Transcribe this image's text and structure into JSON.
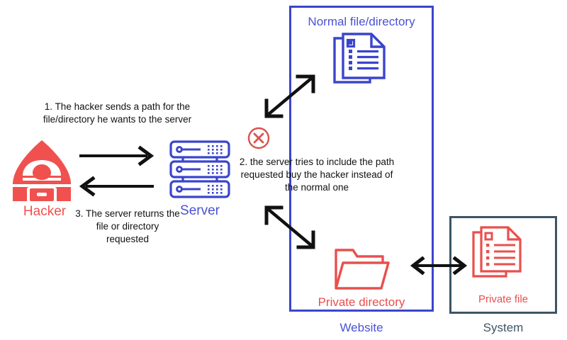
{
  "diagram": {
    "title": "Path traversal / file inclusion attack flow",
    "colors": {
      "red": "#e8504d",
      "hacker_red": "#f0514e",
      "blue": "#3b45cc",
      "blue_text": "#4a52d4",
      "slate": "#3d5566",
      "arrow_black": "#111111",
      "background": "#ffffff"
    }
  },
  "actors": {
    "hacker_label": "Hacker",
    "server_label": "Server"
  },
  "steps": [
    {
      "id": "step-1",
      "text": "1. The hacker sends a path for the file/directory he wants to the server"
    },
    {
      "id": "step-2",
      "text": "2. the server tries to include the path requested buy the hacker instead of the normal one"
    },
    {
      "id": "step-3",
      "text": "3. The server returns the file or directory requested"
    }
  ],
  "website": {
    "container_label": "Website",
    "normal_label": "Normal file/directory",
    "private_dir_label": "Private directory"
  },
  "system": {
    "container_label": "System",
    "private_file_label": "Private file"
  },
  "icons": {
    "hacker": "hacker-icon",
    "server": "server-icon",
    "blocked": "x-circle-icon",
    "normal_document": "document-stack-icon",
    "private_directory": "folder-open-icon",
    "private_file": "document-stack-icon"
  },
  "arrows": {
    "request": "arrow-right",
    "response": "arrow-left",
    "normal_access": "double-arrow-diagonal-up",
    "traversal_access": "double-arrow-diagonal-down",
    "system_link": "double-arrow-horizontal"
  }
}
